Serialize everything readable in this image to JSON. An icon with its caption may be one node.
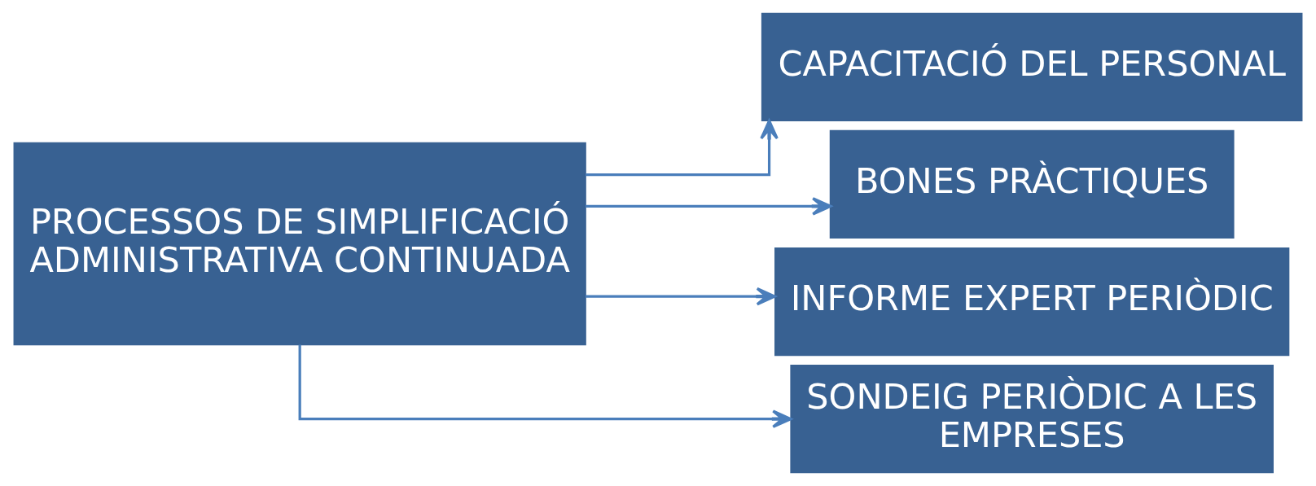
{
  "diagram": {
    "nodes": [
      {
        "text": [
          "PROCESSOS DE SIMPLIFICACIÓ ADMINISTRATIVA CONTINUADA"
        ]
      },
      {
        "text": [
          "CAPACITACIÓ DEL PERSONAL"
        ]
      },
      {
        "text": [
          "BONES PRÀCTIQUES"
        ]
      },
      {
        "text": [
          "INFORME EXPERT PERIÒDIC"
        ]
      },
      {
        "text": [
          "SONDEIG PERIÒDIC A LES EMPRESES"
        ]
      }
    ],
    "edges": [
      {
        "from": 0,
        "to": 1,
        "arrow": "to"
      },
      {
        "from": 0,
        "to": 2,
        "arrow": "to"
      },
      {
        "from": 0,
        "to": 3,
        "arrow": "to"
      },
      {
        "from": 0,
        "to": 4,
        "arrow": "to"
      }
    ]
  }
}
